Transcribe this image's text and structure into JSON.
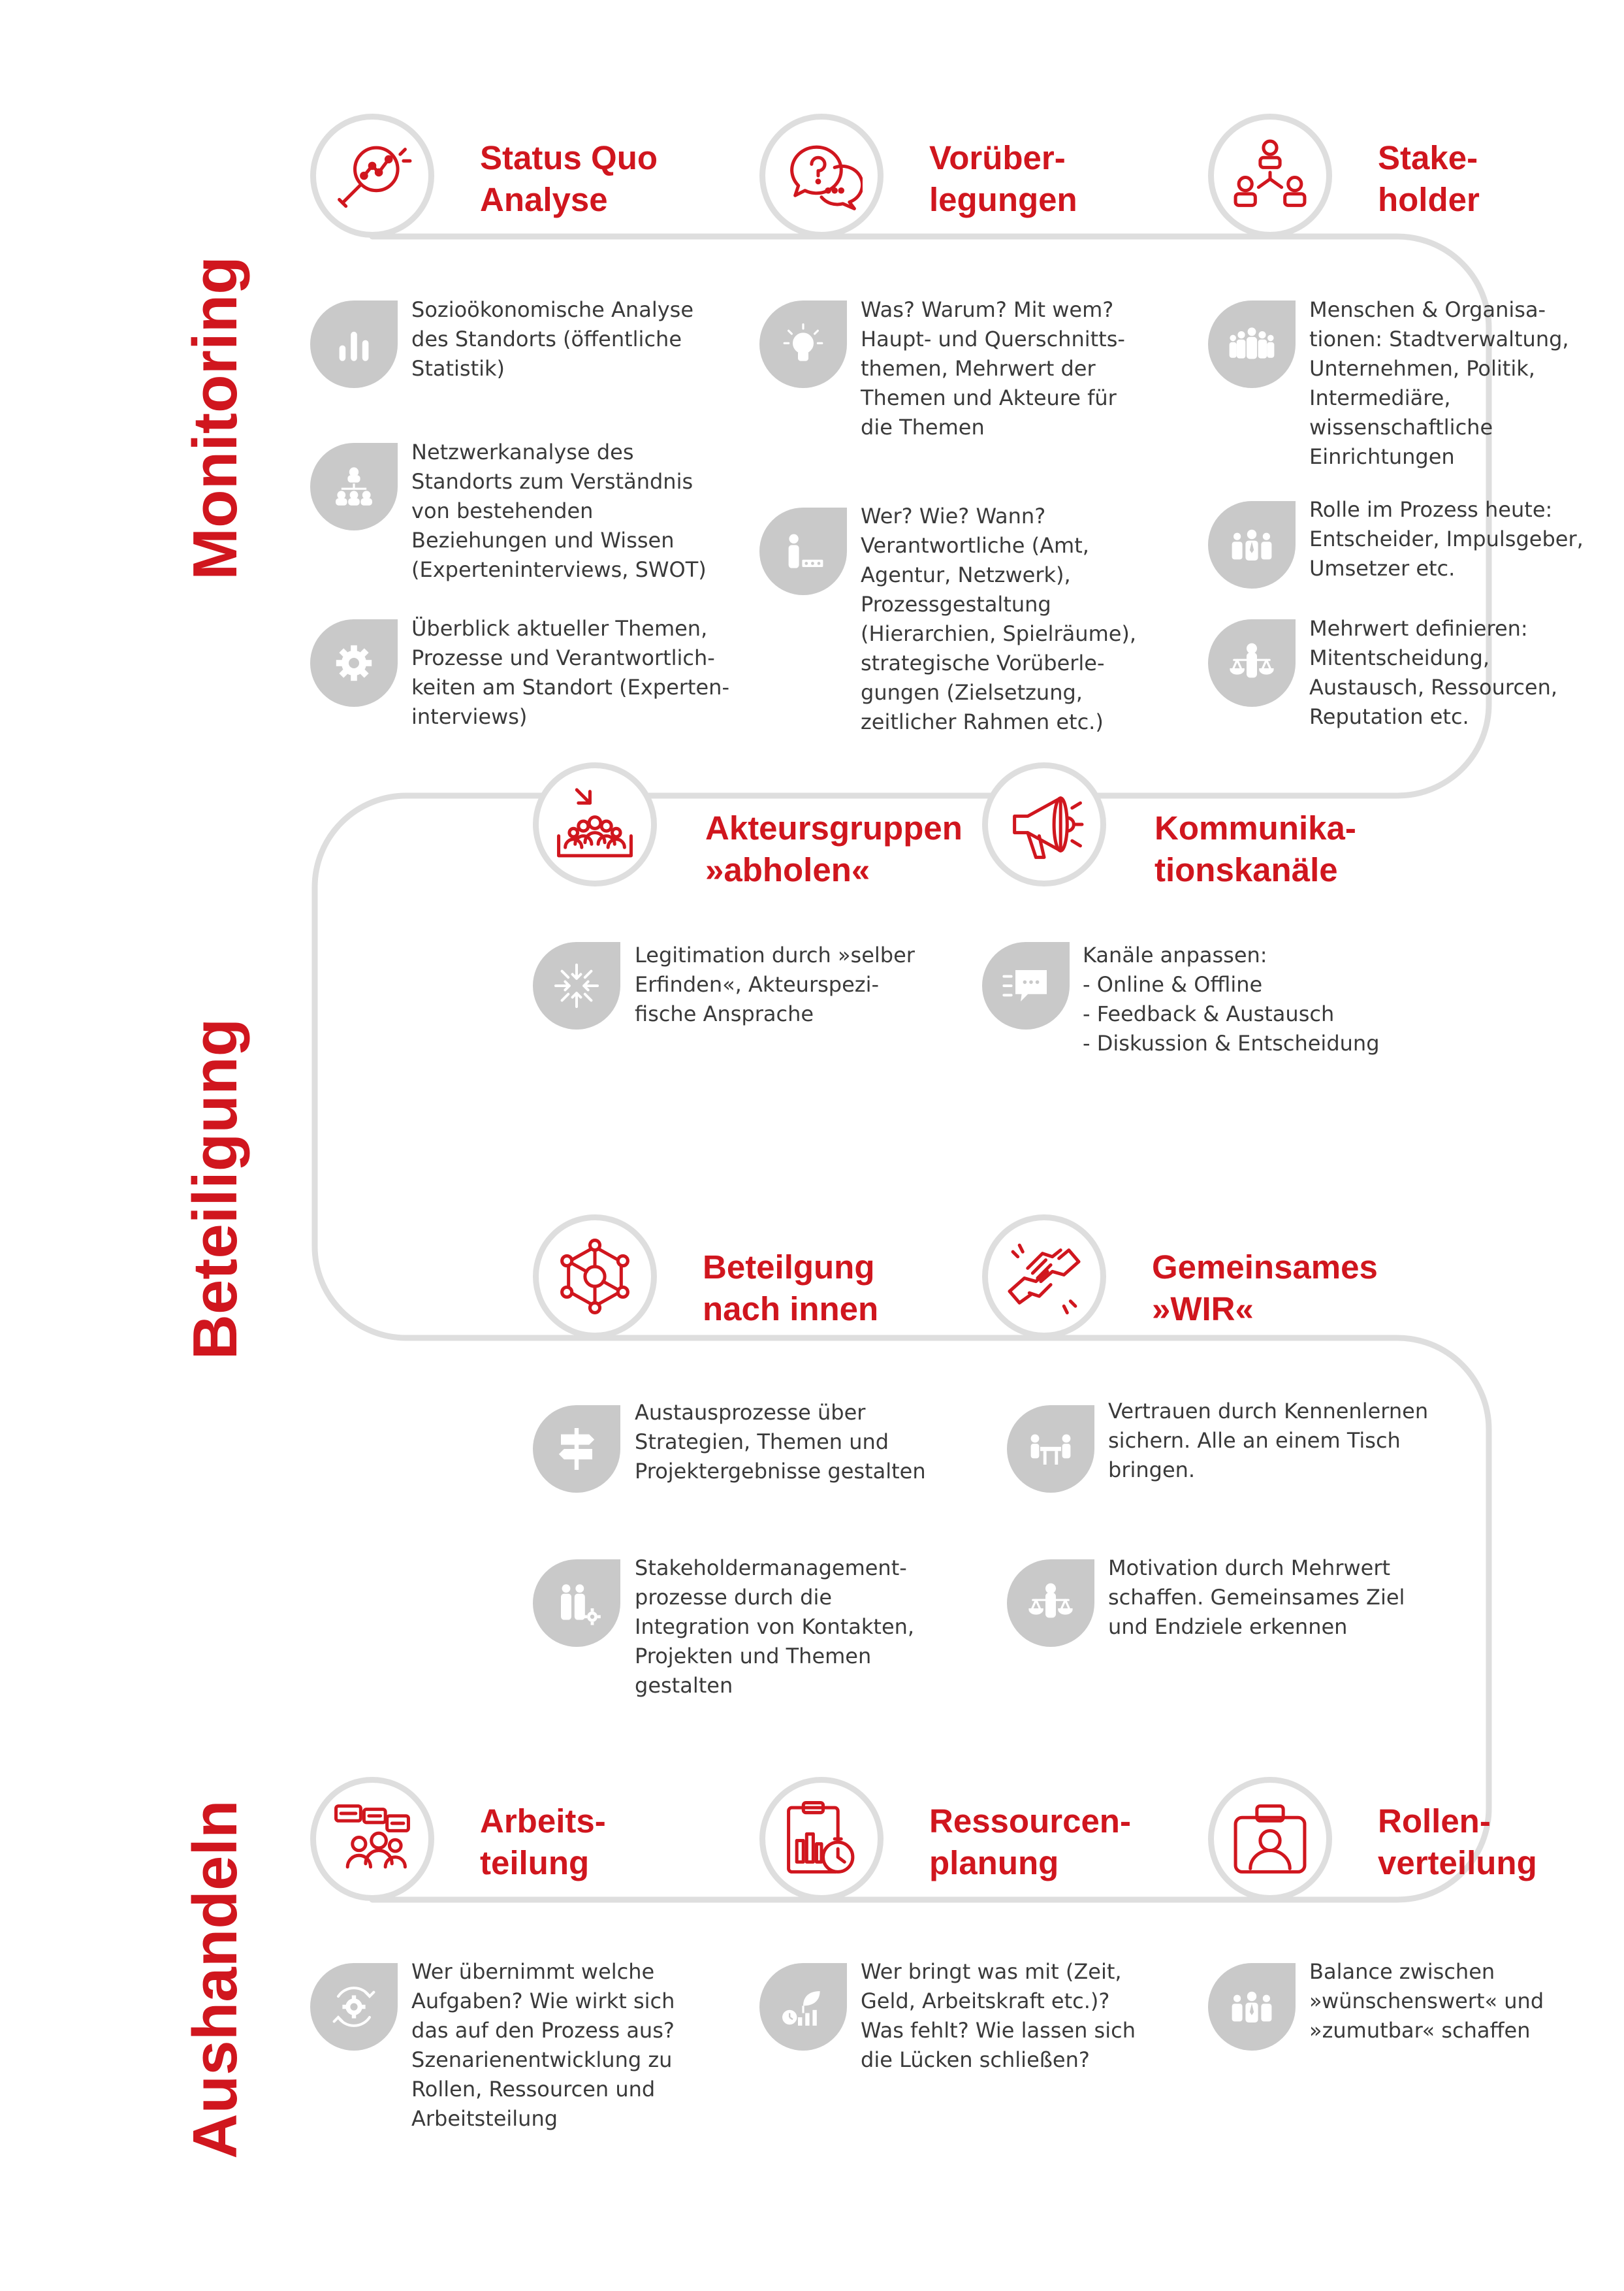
{
  "accent_color": "#d0161e",
  "track_color": "#dedede",
  "icon_bg_color": "#c9c9c9",
  "phases": {
    "monitoring": "Monitoring",
    "beteiligung": "Beteiligung",
    "aushandeln": "Aushandeln"
  },
  "headers": [
    {
      "title": "Status Quo\nAnalyse",
      "icon": "magnifier-chart-icon"
    },
    {
      "title": "Vorüber-\nlegungen",
      "icon": "speech-bubbles-question-icon"
    },
    {
      "title": "Stake-\nholder",
      "icon": "hierarchy-people-icon"
    },
    {
      "title": "Akteursgruppen\n»abholen«",
      "icon": "group-arrow-in-icon"
    },
    {
      "title": "Kommunika-\ntionskanäle",
      "icon": "megaphone-icon"
    },
    {
      "title": "Beteilgung\nnach innen",
      "icon": "network-hexagon-icon"
    },
    {
      "title": "Gemeinsames\n»WIR«",
      "icon": "handshake-icon"
    },
    {
      "title": "Arbeits-\nteilung",
      "icon": "chat-team-icon"
    },
    {
      "title": "Ressourcen-\nplanung",
      "icon": "clipboard-stopwatch-icon"
    },
    {
      "title": "Rollen-\nverteilung",
      "icon": "id-card-person-icon"
    }
  ],
  "items": [
    {
      "text": "Sozioökonomische Analyse\ndes Standorts (öffentliche\nStatistik)",
      "icon": "bar-chart-icon"
    },
    {
      "text": "Netzwerkanalyse des\nStandorts zum Verständnis\nvon bestehenden\nBeziehungen und Wissen\n(Experteninterviews, SWOT)",
      "icon": "org-chart-icon"
    },
    {
      "text": "Überblick  aktueller Themen,\nProzesse und Verantwortlich-\nkeiten am Standort (Experten-\ninterviews)",
      "icon": "gear-icon"
    },
    {
      "text": "Was? Warum? Mit wem?\nHaupt- und Querschnitts-\nthemen, Mehrwert der\nThemen und Akteure für\ndie Themen",
      "icon": "lightbulb-icon"
    },
    {
      "text": "Wer? Wie? Wann?\nVerantwortliche (Amt,\nAgentur, Netzwerk),\nProzessgestaltung\n(Hierarchien, Spielräume),\nstrategische Vorüberle-\ngungen (Zielsetzung,\nzeitlicher Rahmen etc.)",
      "icon": "person-rating-icon"
    },
    {
      "text": "Menschen & Organisa-\ntionen: Stadtverwaltung,\nUnternehmen, Politik,\nIntermediäre,\nwissenschaftliche\nEinrichtungen",
      "icon": "people-group-icon"
    },
    {
      "text": "Rolle im Prozess heute:\nEntscheider, Impulsgeber,\nUmsetzer etc.",
      "icon": "team-roles-icon"
    },
    {
      "text": "Mehrwert definieren:\nMitentscheidung,\nAustausch, Ressourcen,\nReputation etc.",
      "icon": "person-scales-icon"
    },
    {
      "text": "Legitimation durch »selber\nErfinden«, Akteurspezi-\nfische Ansprache",
      "icon": "converge-arrows-icon"
    },
    {
      "text": "Kanäle anpassen:\n- Online & Offline\n- Feedback & Austausch\n- Diskussion & Entscheidung",
      "icon": "chat-list-icon"
    },
    {
      "text": "Austausprozesse über\nStrategien, Themen und\nProjektergebnisse gestalten",
      "icon": "signpost-icon"
    },
    {
      "text": "Stakeholdermanagement-\nprozesse durch die\nIntegration von Kontakten,\nProjekten und Themen\ngestalten",
      "icon": "people-gear-icon"
    },
    {
      "text": "Vertrauen durch Kennenlernen\nsichern. Alle an einem Tisch\nbringen.",
      "icon": "meeting-table-icon"
    },
    {
      "text": "Motivation durch Mehrwert\nschaffen. Gemeinsames Ziel\nund Endziele erkennen",
      "icon": "person-scales-icon"
    },
    {
      "text": "Wer übernimmt welche\nAufgaben? Wie wirkt sich\ndas auf den Prozess aus?\nSzenarienentwicklung zu\nRollen, Ressourcen und\nArbeitsteilung",
      "icon": "gear-cycle-icon"
    },
    {
      "text": "Wer bringt was mit (Zeit,\nGeld, Arbeitskraft etc.)?\nWas fehlt? Wie lassen sich\ndie Lücken schließen?",
      "icon": "growth-chart-icon"
    },
    {
      "text": "Balance zwischen\n»wünschenswert« und\n»zumutbar« schaffen",
      "icon": "team-roles-icon"
    }
  ]
}
